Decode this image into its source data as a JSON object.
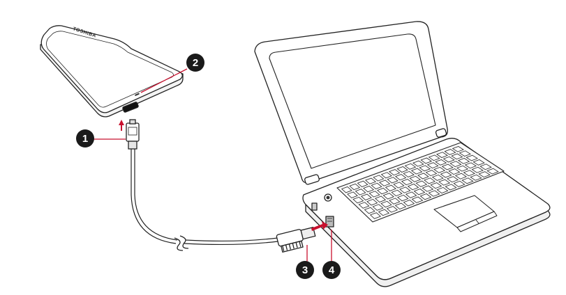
{
  "drive": {
    "brand_text": "TOSHIBA"
  },
  "callouts": [
    {
      "number": "1",
      "target": "micro-b-connector"
    },
    {
      "number": "2",
      "target": "power-led"
    },
    {
      "number": "3",
      "target": "usb-a-connector"
    },
    {
      "number": "4",
      "target": "usb-port"
    }
  ],
  "colors": {
    "line": "#222222",
    "callout_fill": "#1a1a1a",
    "callout_text": "#ffffff",
    "leader_line": "#c8102e",
    "arrow": "#c8102e"
  }
}
